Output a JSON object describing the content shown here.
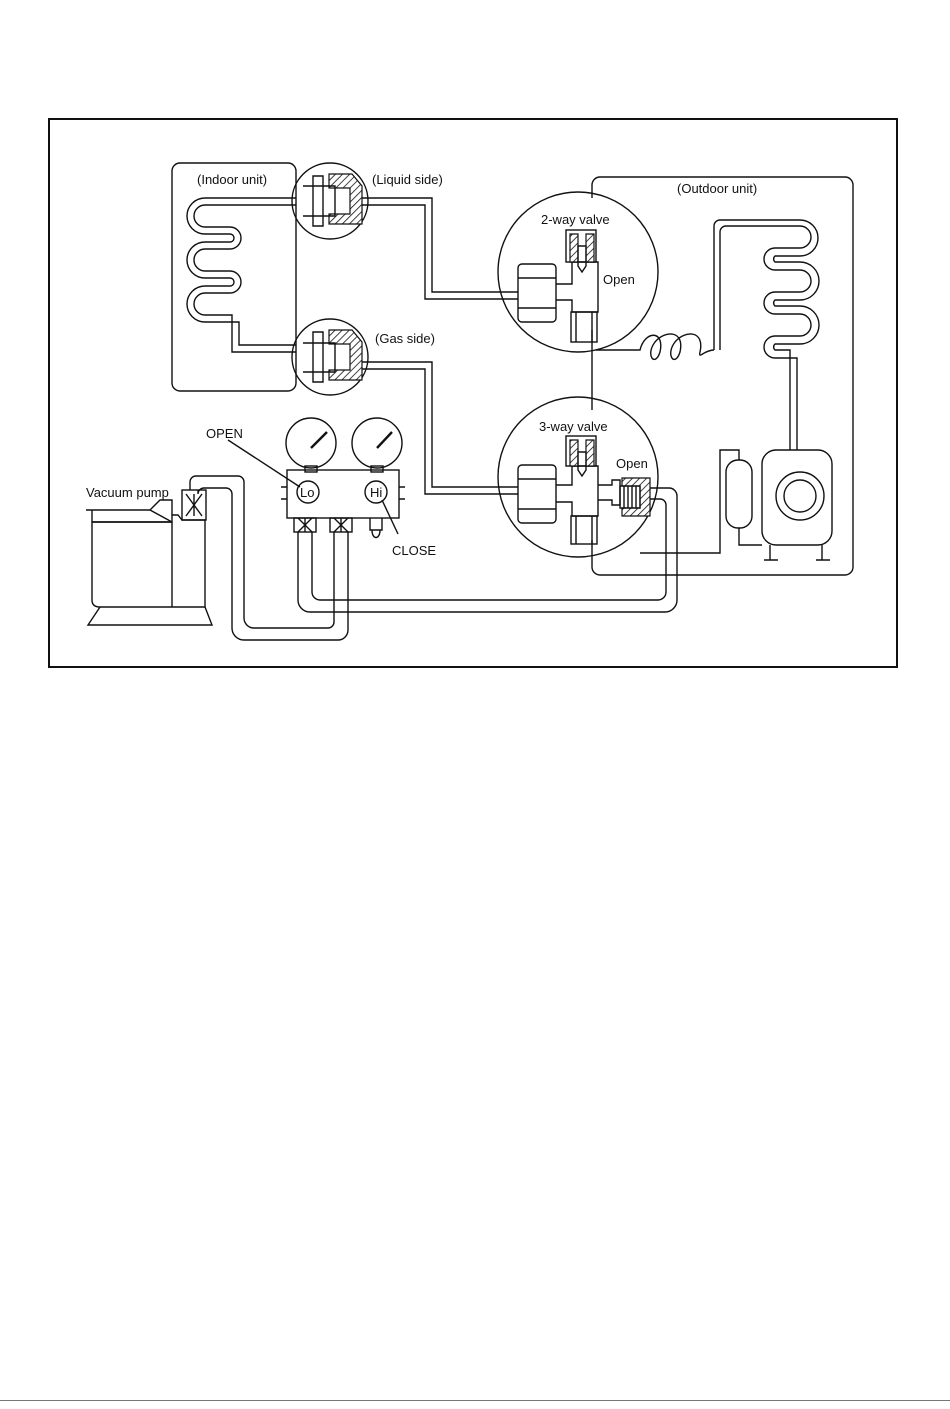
{
  "labels": {
    "indoor_unit": "(Indoor unit)",
    "liquid_side": "(Liquid side)",
    "gas_side": "(Gas side)",
    "outdoor_unit": "(Outdoor unit)",
    "two_way_valve": "2-way valve",
    "two_way_state": "Open",
    "three_way_valve": "3-way valve",
    "three_way_state": "Open",
    "lo_valve_state": "OPEN",
    "hi_valve_state": "CLOSE",
    "lo_knob": "Lo",
    "hi_knob": "Hi",
    "vacuum_pump": "Vacuum pump"
  }
}
